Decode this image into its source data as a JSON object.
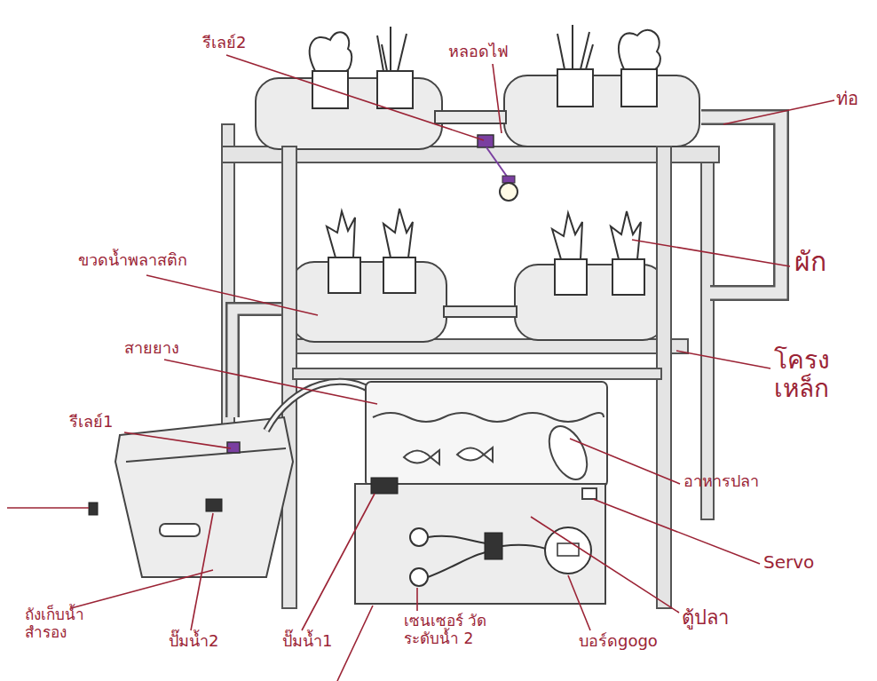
{
  "diagram": {
    "labels": [
      "รีเลย์2",
      "หลอดไฟ",
      "ท่อ",
      "ผัก",
      "ขวดน้ำพลาสติก",
      "สายยาง",
      "รีเลย์1",
      "โครงเหล็ก",
      "อาหารปลา",
      "Servo",
      "ตู้ปลา",
      "ถังเก็บน้ำ สำรอง",
      "ปั๊มน้ำ2",
      "ปั๊มน้ำ1",
      "เซนเซอร์ วัดระดับน้ำ 2",
      "บอร์ดgogo"
    ]
  }
}
